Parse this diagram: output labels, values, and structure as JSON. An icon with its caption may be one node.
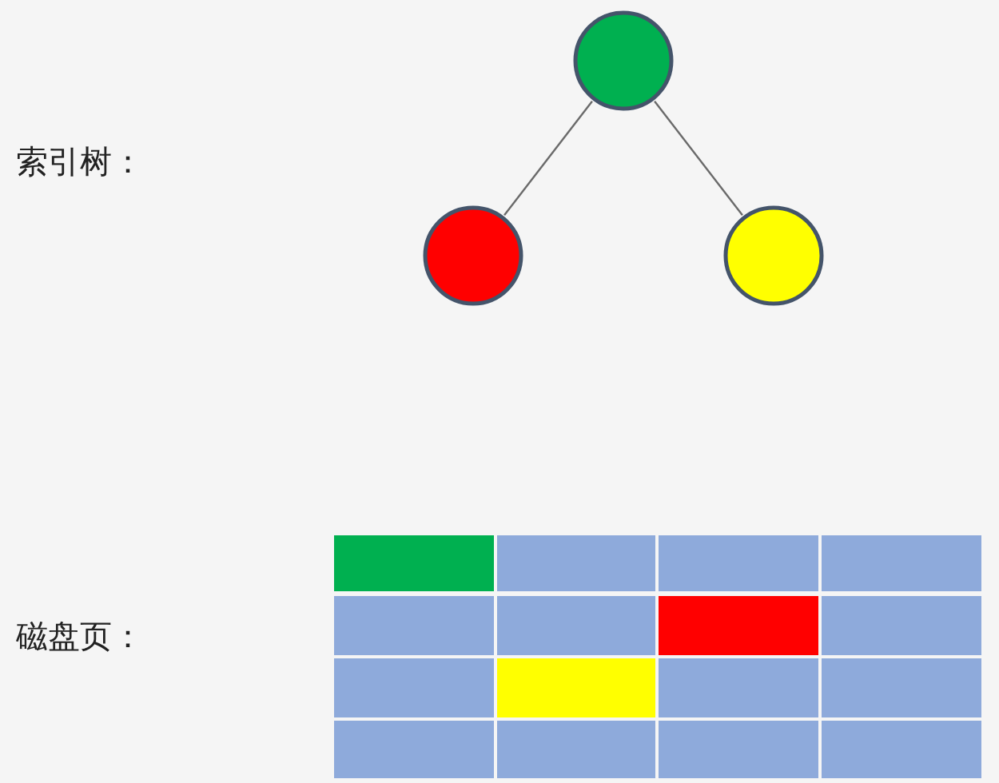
{
  "diagram": {
    "nodes": [
      {
        "text": [],
        "shape": "circle"
      },
      {
        "text": [],
        "shape": "circle"
      },
      {
        "text": [],
        "shape": "circle"
      }
    ],
    "edges": [
      {
        "from": 0,
        "to": 1,
        "arrow": "none"
      },
      {
        "from": 0,
        "to": 2,
        "arrow": "none"
      }
    ],
    "labels": [
      "索引树：",
      "磁盘页："
    ]
  }
}
